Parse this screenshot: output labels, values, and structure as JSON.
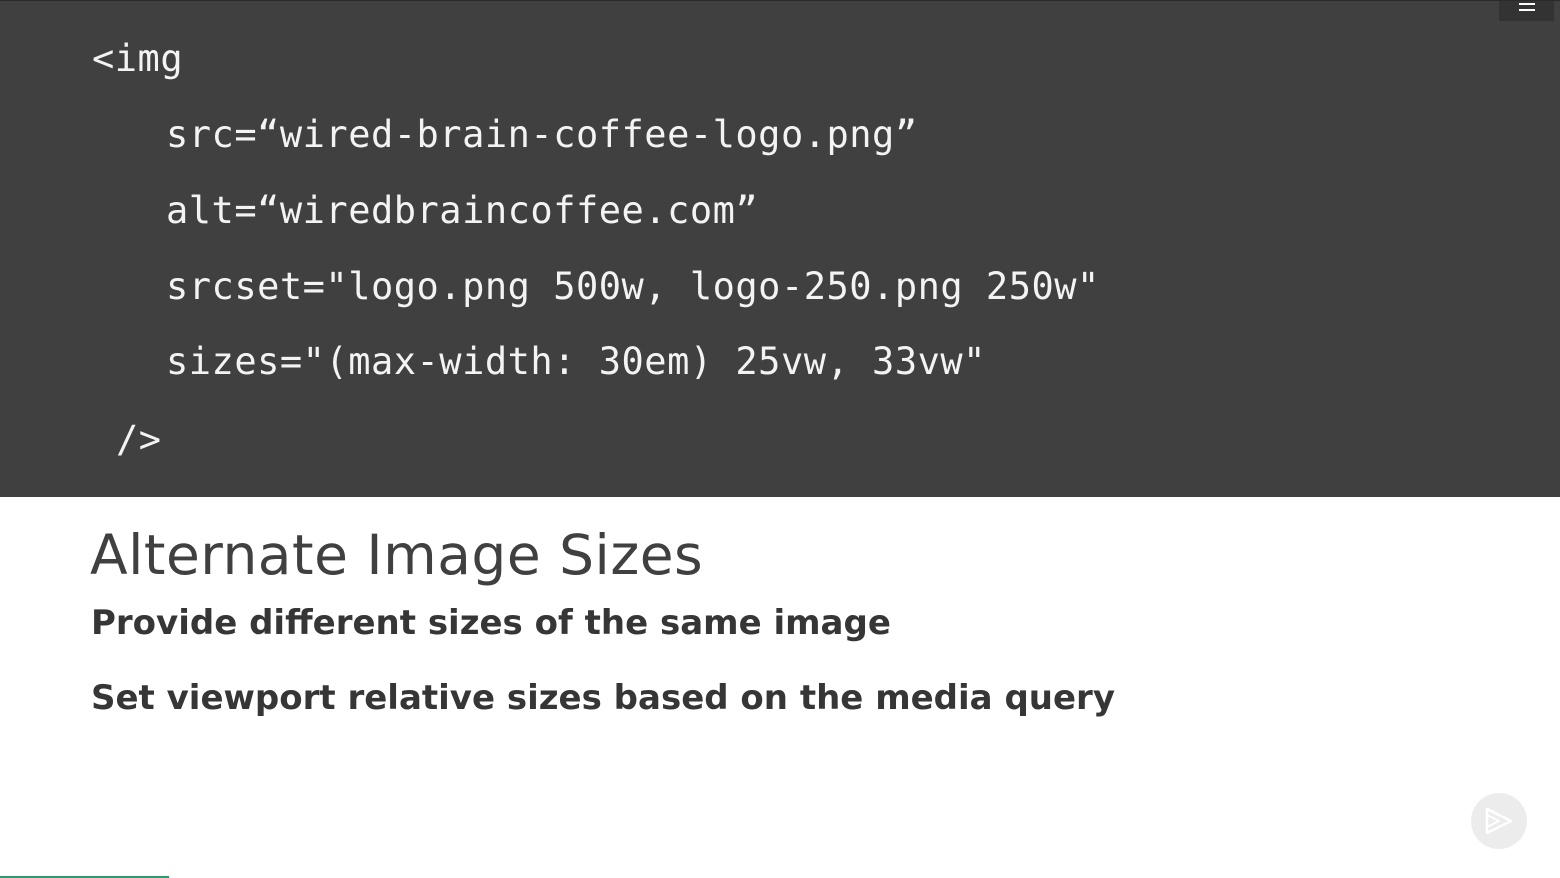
{
  "code": {
    "lines": [
      "<img",
      "src=“wired-brain-coffee-logo.png”",
      "alt=“wiredbraincoffee.com”",
      "srcset=\"logo.png 500w, logo-250.png 250w\"",
      "sizes=\"(max-width: 30em) 25vw, 33vw\"",
      "/>"
    ]
  },
  "slide": {
    "title": "Alternate Image Sizes",
    "bullets": [
      "Provide different sizes of the same image",
      "Set viewport relative sizes based on the media query"
    ]
  },
  "icons": {
    "menu": "menu-icon",
    "badge": "play-logo-icon"
  },
  "colors": {
    "code_background": "#404040",
    "code_text": "#f3f3f3",
    "title_text": "#404040",
    "bullet_text": "#363636",
    "progress": "#2e9b6e"
  }
}
